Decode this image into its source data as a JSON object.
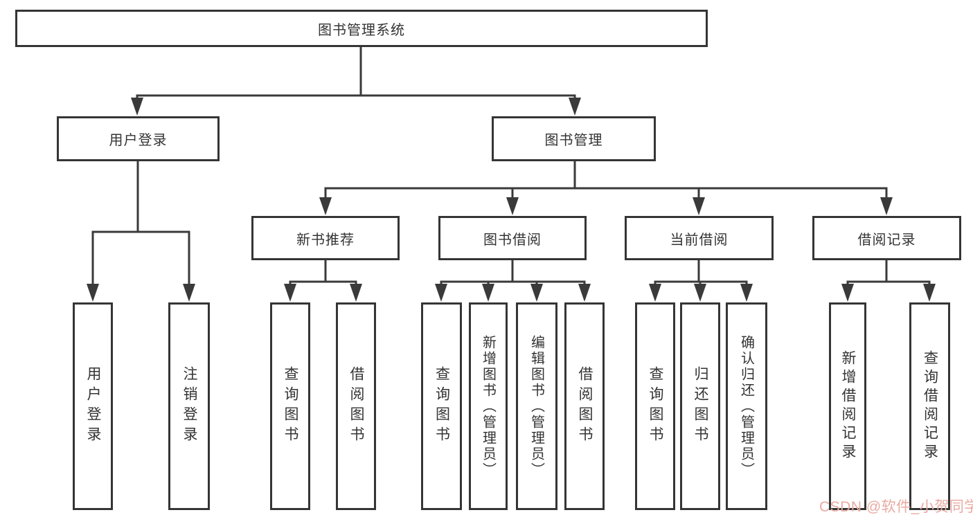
{
  "nodes": {
    "root": "图书管理系统",
    "level2": {
      "user_login": "用户登录",
      "book_mgmt": "图书管理"
    },
    "level3": {
      "new_book": "新书推荐",
      "book_borrow": "图书借阅",
      "current_borrow": "当前借阅",
      "borrow_record": "借阅记录"
    },
    "leaves": [
      "用户登录",
      "注销登录",
      "查询图书",
      "借阅图书",
      "查询图书",
      "新增图书（管理员）",
      "编辑图书（管理员）",
      "借阅图书",
      "查询图书",
      "归还图书",
      "确认归还（管理员）",
      "新增借阅记录",
      "查询借阅记录"
    ]
  },
  "watermark": {
    "text": "CSDN @软件_小贺同学",
    "color": "#e9aaa2"
  },
  "colors": {
    "background": "#ffffff",
    "box_border": "#353535",
    "connector": "#3a3a3a",
    "text": "#333333"
  }
}
